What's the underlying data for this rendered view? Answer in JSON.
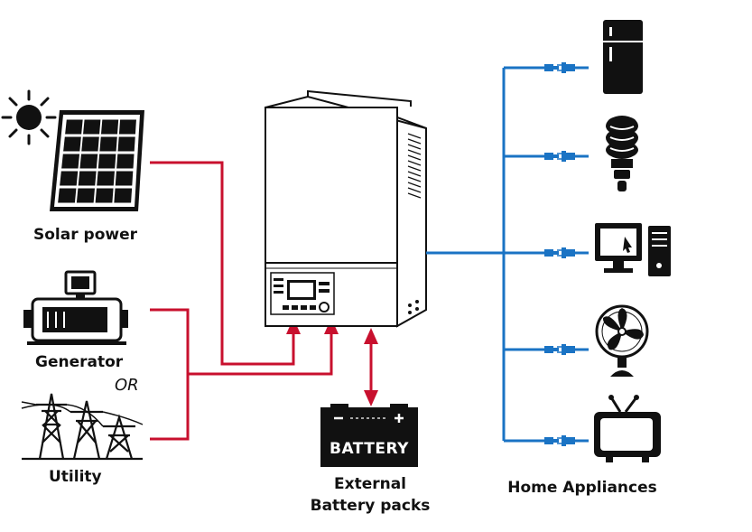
{
  "labels": {
    "solar": "Solar power",
    "generator": "Generator",
    "or": "OR",
    "utility": "Utility",
    "battery_box": "BATTERY",
    "battery_caption_1": "External",
    "battery_caption_2": "Battery packs",
    "appliances": "Home Appliances"
  },
  "colors": {
    "input_wire": "#c8102e",
    "output_wire": "#1a73c4",
    "ink": "#111111"
  },
  "icons": [
    "sun-icon",
    "solar-panel-icon",
    "generator-icon",
    "power-pylon-icon",
    "inverter-icon",
    "battery-icon",
    "refrigerator-icon",
    "light-bulb-icon",
    "computer-icon",
    "fan-icon",
    "tv-icon",
    "plug-icon"
  ]
}
